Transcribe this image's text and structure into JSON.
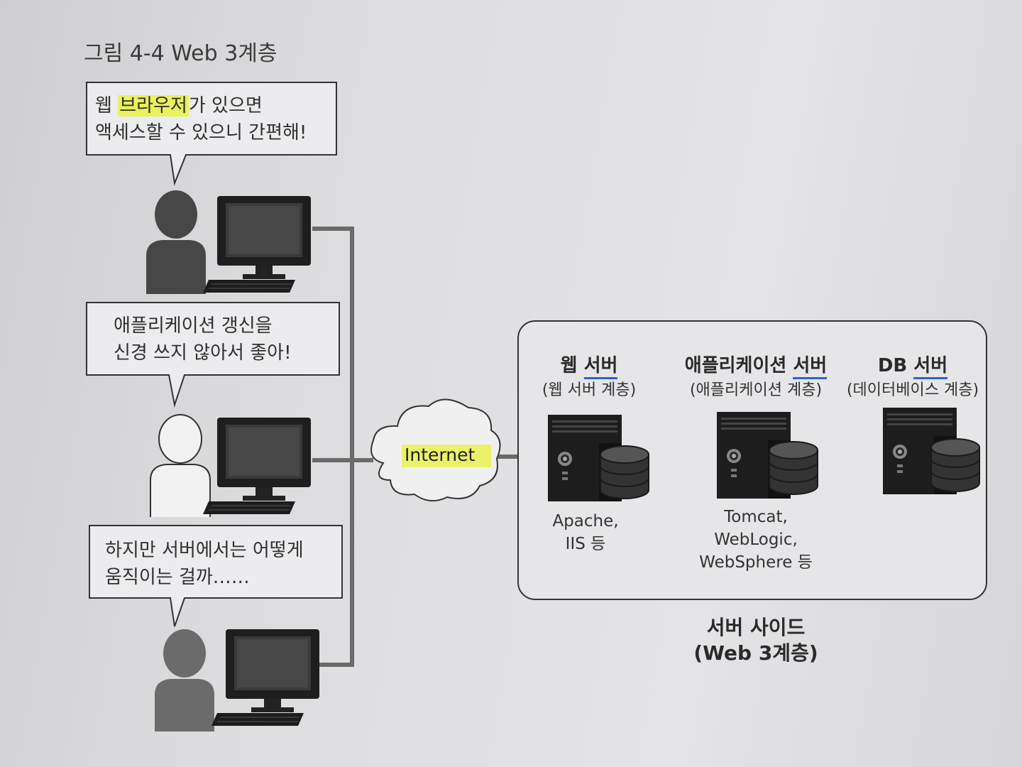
{
  "caption": "그림 4-4 Web 3계층",
  "bubbles": [
    {
      "line1_pre": "웹 ",
      "line1_hl": "브라우저",
      "line1_post": "가 있으면",
      "line2": "액세스할 수 있으니 간편해!"
    },
    {
      "line1": "애플리케이션 갱신을",
      "line2": "신경 쓰지 않아서 좋아!"
    },
    {
      "line1": "하지만 서버에서는 어떻게",
      "line2": "움직이는 걸까……"
    }
  ],
  "internet_label": "Internet",
  "servers": [
    {
      "title_a": "웹 ",
      "title_b": "서버",
      "subtitle": "(웹 서버 계층)",
      "note1": "Apache,",
      "note2": "IIS 등",
      "note3": ""
    },
    {
      "title_a": "애플리케이션 ",
      "title_b": "서버",
      "subtitle": "(애플리케이션 계층)",
      "note1": "Tomcat,",
      "note2": "WebLogic,",
      "note3": "WebSphere 등"
    },
    {
      "title_a": "DB ",
      "title_b": "서버",
      "subtitle": "(데이터베이스 계층)",
      "note1": "",
      "note2": "",
      "note3": ""
    }
  ],
  "server_side": {
    "line1": "서버 사이드",
    "line2": "(Web 3계층)"
  },
  "colors": {
    "highlight": "#e8f25a",
    "underline": "#2f5fd6",
    "line": "#6a6a6a",
    "dark": "#2a2a2a"
  }
}
